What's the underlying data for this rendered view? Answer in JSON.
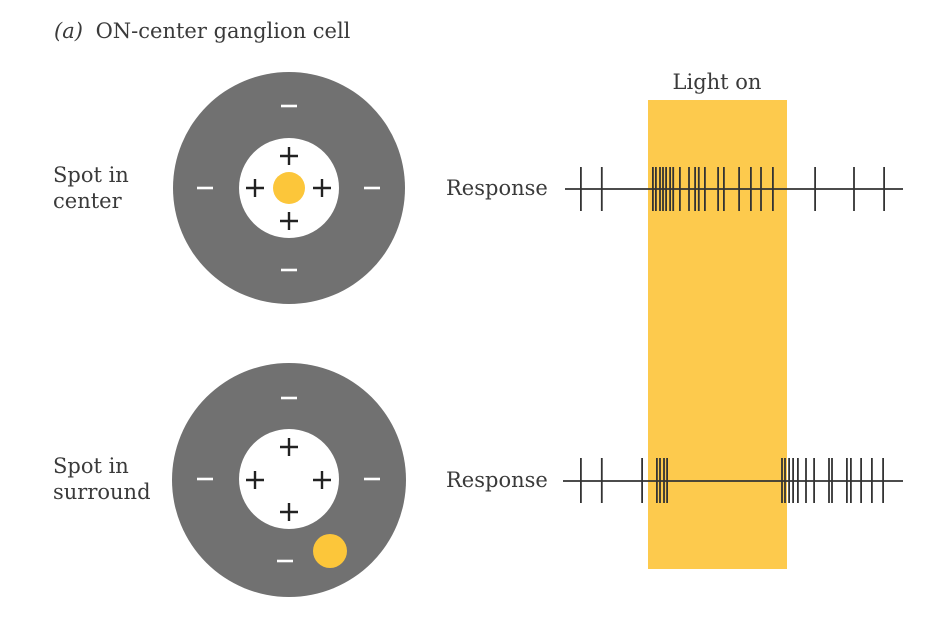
{
  "figure": {
    "panel_letter": "(a)",
    "title": "ON-center ganglion cell",
    "light_label": "Light on",
    "colors": {
      "surround": "#717171",
      "center": "#ffffff",
      "light_spot": "#fcc63a",
      "light_band": "#fdca4d",
      "spike": "#333333"
    },
    "light_window": {
      "start": 0.243,
      "end": 0.654
    },
    "rows": [
      {
        "label_line1": "Spot in",
        "label_line2": "center",
        "response_label": "Response",
        "spot_location": "center",
        "center_signs": [
          "+",
          "+",
          "+",
          "+"
        ],
        "surround_signs": [
          "−",
          "−",
          "−",
          "−"
        ],
        "spike_times": [
          0.047,
          0.109,
          0.26,
          0.269,
          0.281,
          0.29,
          0.299,
          0.311,
          0.32,
          0.34,
          0.367,
          0.385,
          0.396,
          0.414,
          0.453,
          0.47,
          0.515,
          0.55,
          0.58,
          0.615,
          0.74,
          0.855,
          0.944
        ]
      },
      {
        "label_line1": "Spot in",
        "label_line2": "surround",
        "response_label": "Response",
        "spot_location": "surround (lower right)",
        "center_signs": [
          "+",
          "+",
          "+",
          "+"
        ],
        "surround_signs": [
          "−",
          "−",
          "−",
          "−",
          "−"
        ],
        "spike_times": [
          0.047,
          0.109,
          0.228,
          0.272,
          0.281,
          0.293,
          0.302,
          0.642,
          0.651,
          0.663,
          0.675,
          0.689,
          0.713,
          0.737,
          0.781,
          0.79,
          0.834,
          0.846,
          0.876,
          0.908,
          0.941
        ]
      }
    ]
  }
}
